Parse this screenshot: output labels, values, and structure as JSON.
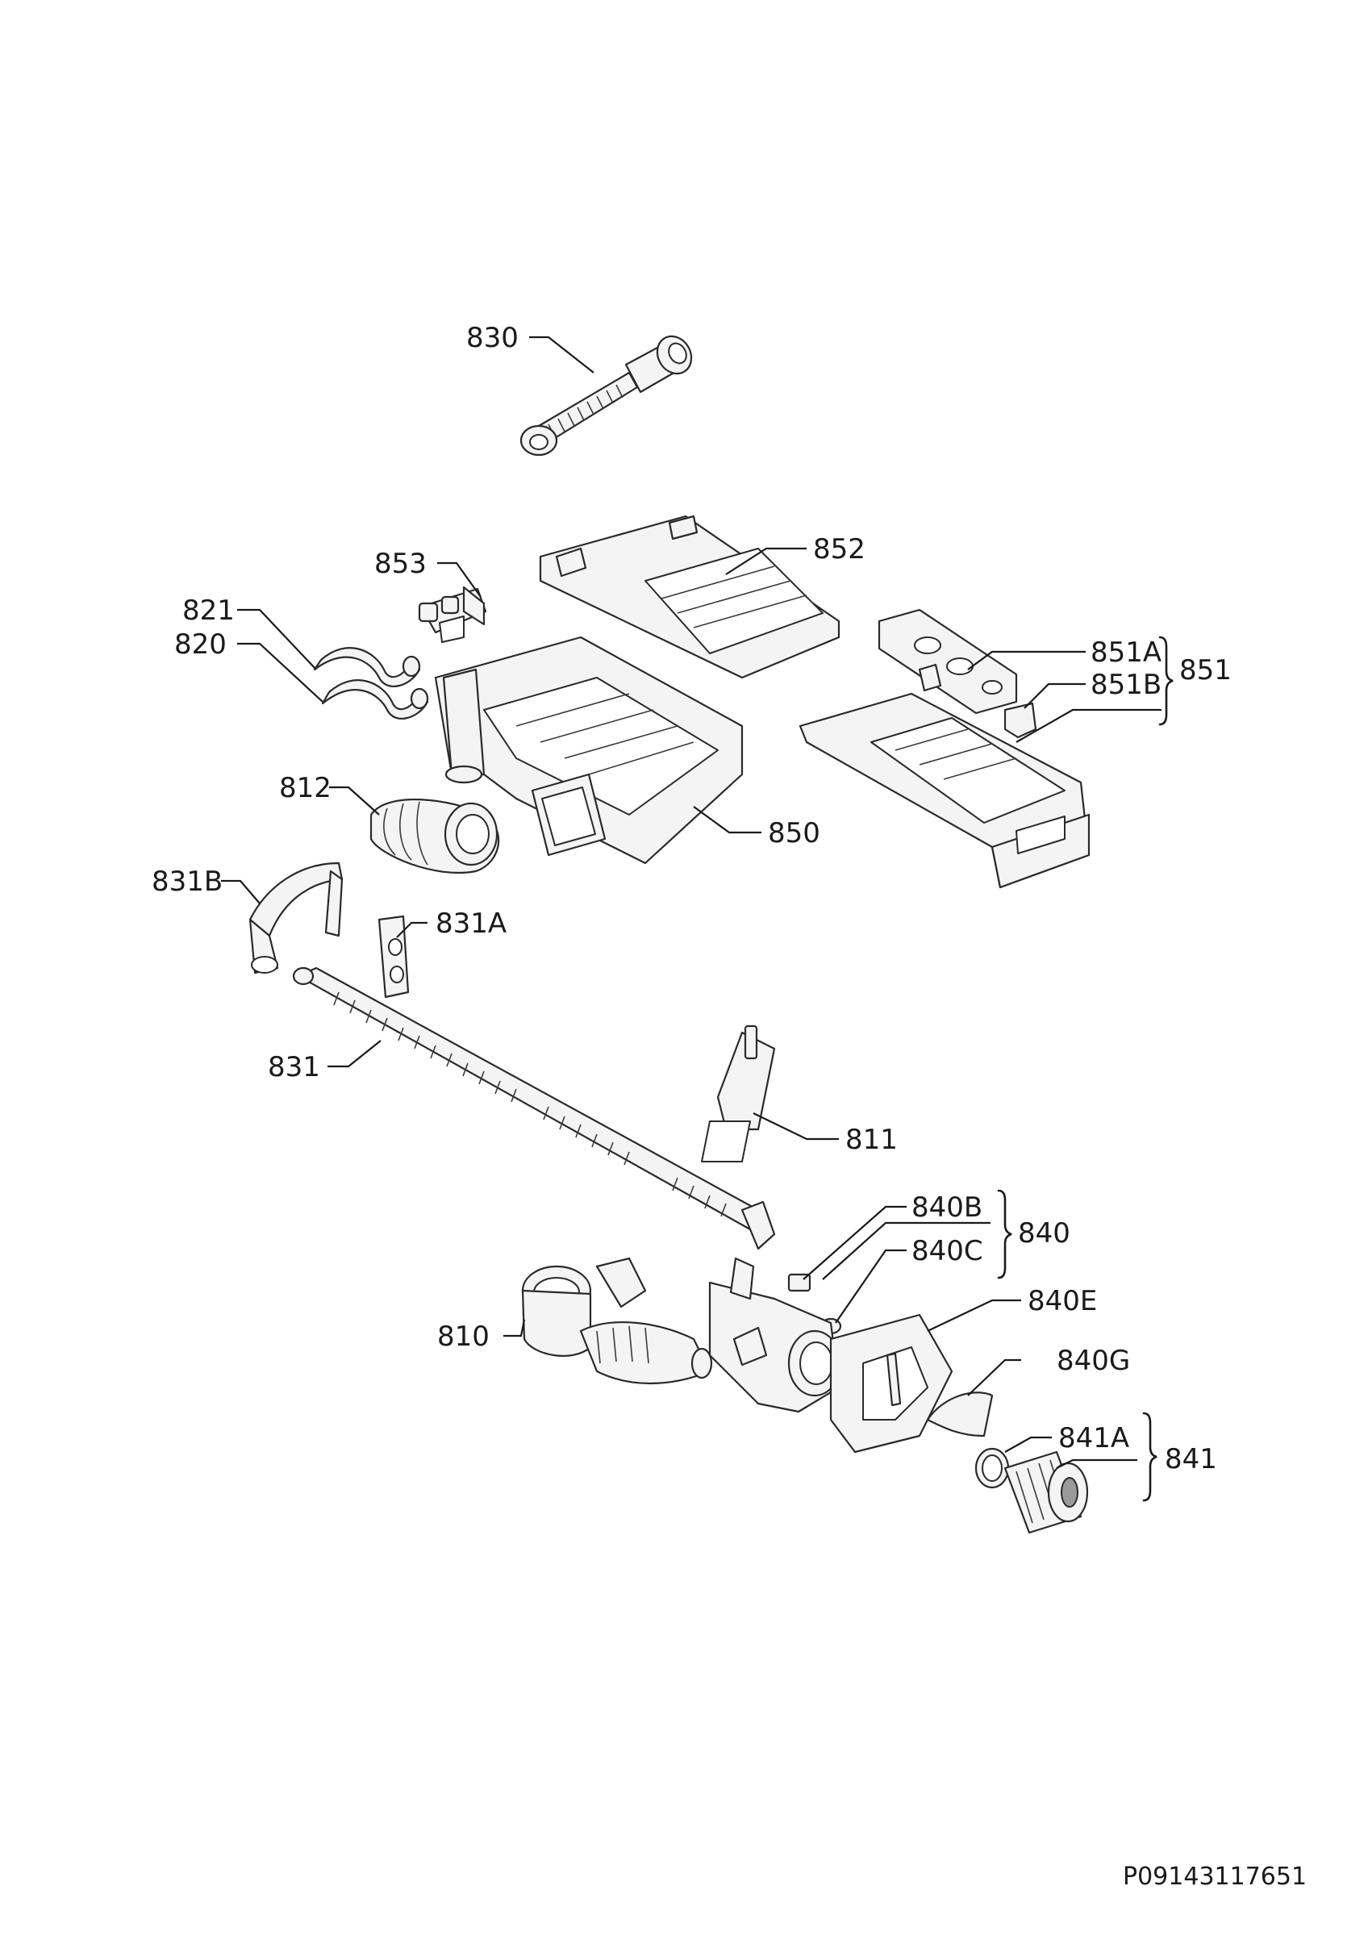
{
  "diagram": {
    "parts": [
      {
        "id": "p830",
        "label": "830"
      },
      {
        "id": "p853",
        "label": "853"
      },
      {
        "id": "p852",
        "label": "852"
      },
      {
        "id": "p821",
        "label": "821"
      },
      {
        "id": "p820",
        "label": "820"
      },
      {
        "id": "p851A",
        "label": "851A"
      },
      {
        "id": "p851B",
        "label": "851B"
      },
      {
        "id": "p851",
        "label": "851"
      },
      {
        "id": "p812",
        "label": "812"
      },
      {
        "id": "p850",
        "label": "850"
      },
      {
        "id": "p831B",
        "label": "831B"
      },
      {
        "id": "p831A",
        "label": "831A"
      },
      {
        "id": "p831",
        "label": "831"
      },
      {
        "id": "p811",
        "label": "811"
      },
      {
        "id": "p840B",
        "label": "840B"
      },
      {
        "id": "p840",
        "label": "840"
      },
      {
        "id": "p840C",
        "label": "840C"
      },
      {
        "id": "p840E",
        "label": "840E"
      },
      {
        "id": "p810",
        "label": "810"
      },
      {
        "id": "p840G",
        "label": "840G"
      },
      {
        "id": "p841A",
        "label": "841A"
      },
      {
        "id": "p841",
        "label": "841"
      }
    ],
    "document_code": "P09143117651"
  },
  "colors": {
    "line": "#1a1a1a",
    "part_fill": "#f4f4f4",
    "hatch": "#3a3a3a"
  }
}
